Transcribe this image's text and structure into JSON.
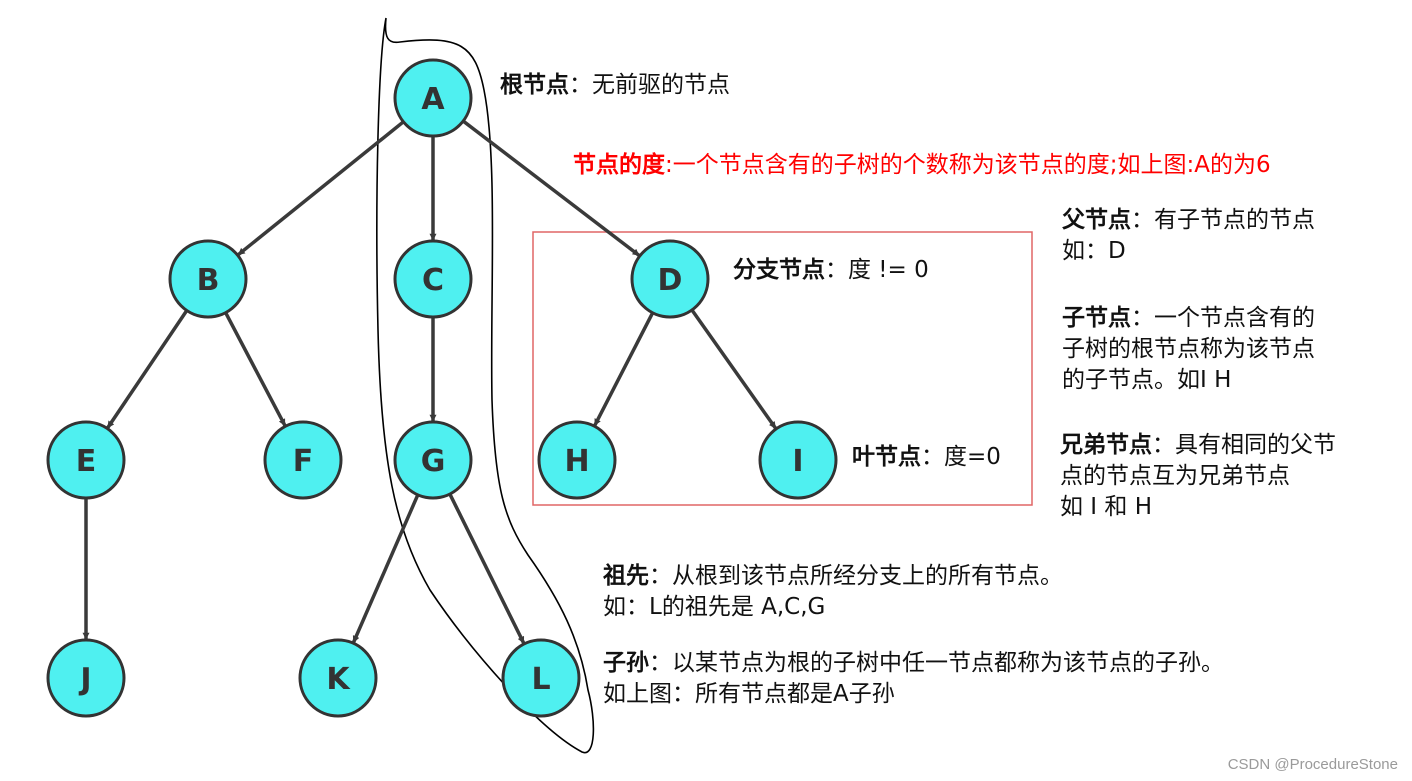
{
  "nodes": [
    {
      "id": "A",
      "label": "A"
    },
    {
      "id": "B",
      "label": "B"
    },
    {
      "id": "C",
      "label": "C"
    },
    {
      "id": "D",
      "label": "D"
    },
    {
      "id": "E",
      "label": "E"
    },
    {
      "id": "F",
      "label": "F"
    },
    {
      "id": "G",
      "label": "G"
    },
    {
      "id": "H",
      "label": "H"
    },
    {
      "id": "I",
      "label": "I"
    },
    {
      "id": "J",
      "label": "J"
    },
    {
      "id": "K",
      "label": "K"
    },
    {
      "id": "L",
      "label": "L"
    }
  ],
  "edges": [
    [
      "A",
      "B"
    ],
    [
      "A",
      "C"
    ],
    [
      "A",
      "D"
    ],
    [
      "B",
      "E"
    ],
    [
      "B",
      "F"
    ],
    [
      "C",
      "G"
    ],
    [
      "D",
      "H"
    ],
    [
      "D",
      "I"
    ],
    [
      "E",
      "J"
    ],
    [
      "G",
      "K"
    ],
    [
      "G",
      "L"
    ]
  ],
  "colors": {
    "node_fill": "#4ff0f0",
    "node_stroke": "#333333",
    "edge": "#3a3a3a",
    "red_text": "#ff0000",
    "box_border": "#e06666",
    "watermark": "#9a9a9a"
  },
  "annotations": {
    "root": {
      "term": "根节点",
      "text": "：无前驱的节点"
    },
    "degree": {
      "term": "节点的度",
      "text": ":一个节点含有的子树的个数称为该节点的度;如上图:A的为6"
    },
    "branch": {
      "term": "分支节点",
      "text": "：度 != 0"
    },
    "leaf": {
      "term": "叶节点",
      "text": "：度=0"
    },
    "parent": {
      "term": "父节点",
      "text": "：有子节点的节点",
      "line2": "如：D"
    },
    "child": {
      "term": "子节点",
      "text": "：一个节点含有的",
      "line2": "子树的根节点称为该节点",
      "line3": "的子节点。如I H"
    },
    "sibling": {
      "term": "兄弟节点",
      "text": "：具有相同的父节",
      "line2": "点的节点互为兄弟节点",
      "line3": "如 I 和 H"
    },
    "ancestor": {
      "term": "祖先",
      "text": "：从根到该节点所经分支上的所有节点。",
      "line2": "如：L的祖先是 A,C,G"
    },
    "descendant": {
      "term": "子孙",
      "text": "：以某节点为根的子树中任一节点都称为该节点的子孙。",
      "line2": "如上图：所有节点都是A子孙"
    }
  },
  "watermark": "CSDN @ProcedureStone"
}
